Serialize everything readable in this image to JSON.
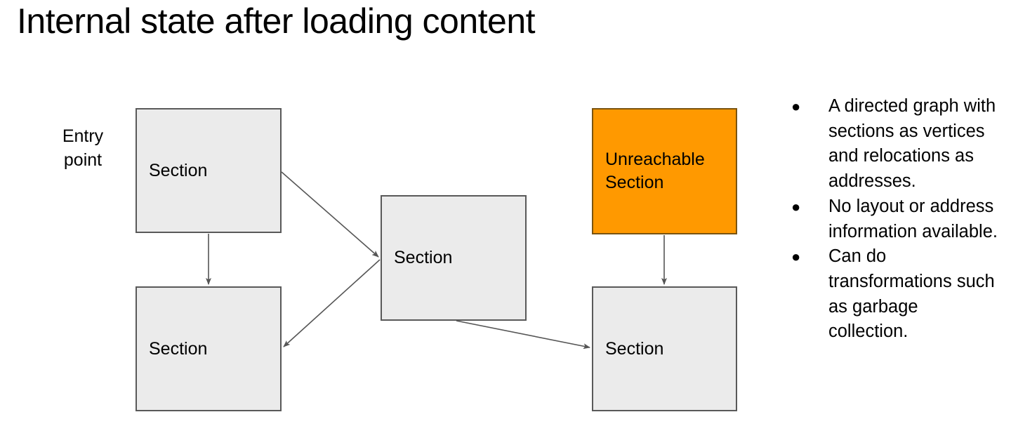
{
  "slide": {
    "title": "Internal state after loading content"
  },
  "diagram": {
    "entry_point_label": "Entry\npoint",
    "nodes": [
      {
        "id": "top-left",
        "label": "Section",
        "fill": "#ebebeb",
        "border": "#595959"
      },
      {
        "id": "bottom-left",
        "label": "Section",
        "fill": "#ebebeb",
        "border": "#595959"
      },
      {
        "id": "middle",
        "label": "Section",
        "fill": "#ebebeb",
        "border": "#595959"
      },
      {
        "id": "unreachable",
        "label": "Unreachable\nSection",
        "fill": "#ff9900",
        "border": "#7a5410"
      },
      {
        "id": "bottom-right",
        "label": "Section",
        "fill": "#ebebeb",
        "border": "#595959"
      }
    ],
    "edges": [
      {
        "from": "top-left",
        "to": "bottom-left"
      },
      {
        "from": "top-left",
        "to": "middle"
      },
      {
        "from": "middle",
        "to": "bottom-left"
      },
      {
        "from": "middle",
        "to": "bottom-right"
      },
      {
        "from": "unreachable",
        "to": "bottom-right"
      }
    ],
    "edge_color": "#555555"
  },
  "bullets": {
    "marker": "●",
    "items": [
      "A directed graph with sections as vertices and relocations as addresses.",
      "No layout or address information available.",
      "Can do transformations such as garbage collection."
    ]
  }
}
